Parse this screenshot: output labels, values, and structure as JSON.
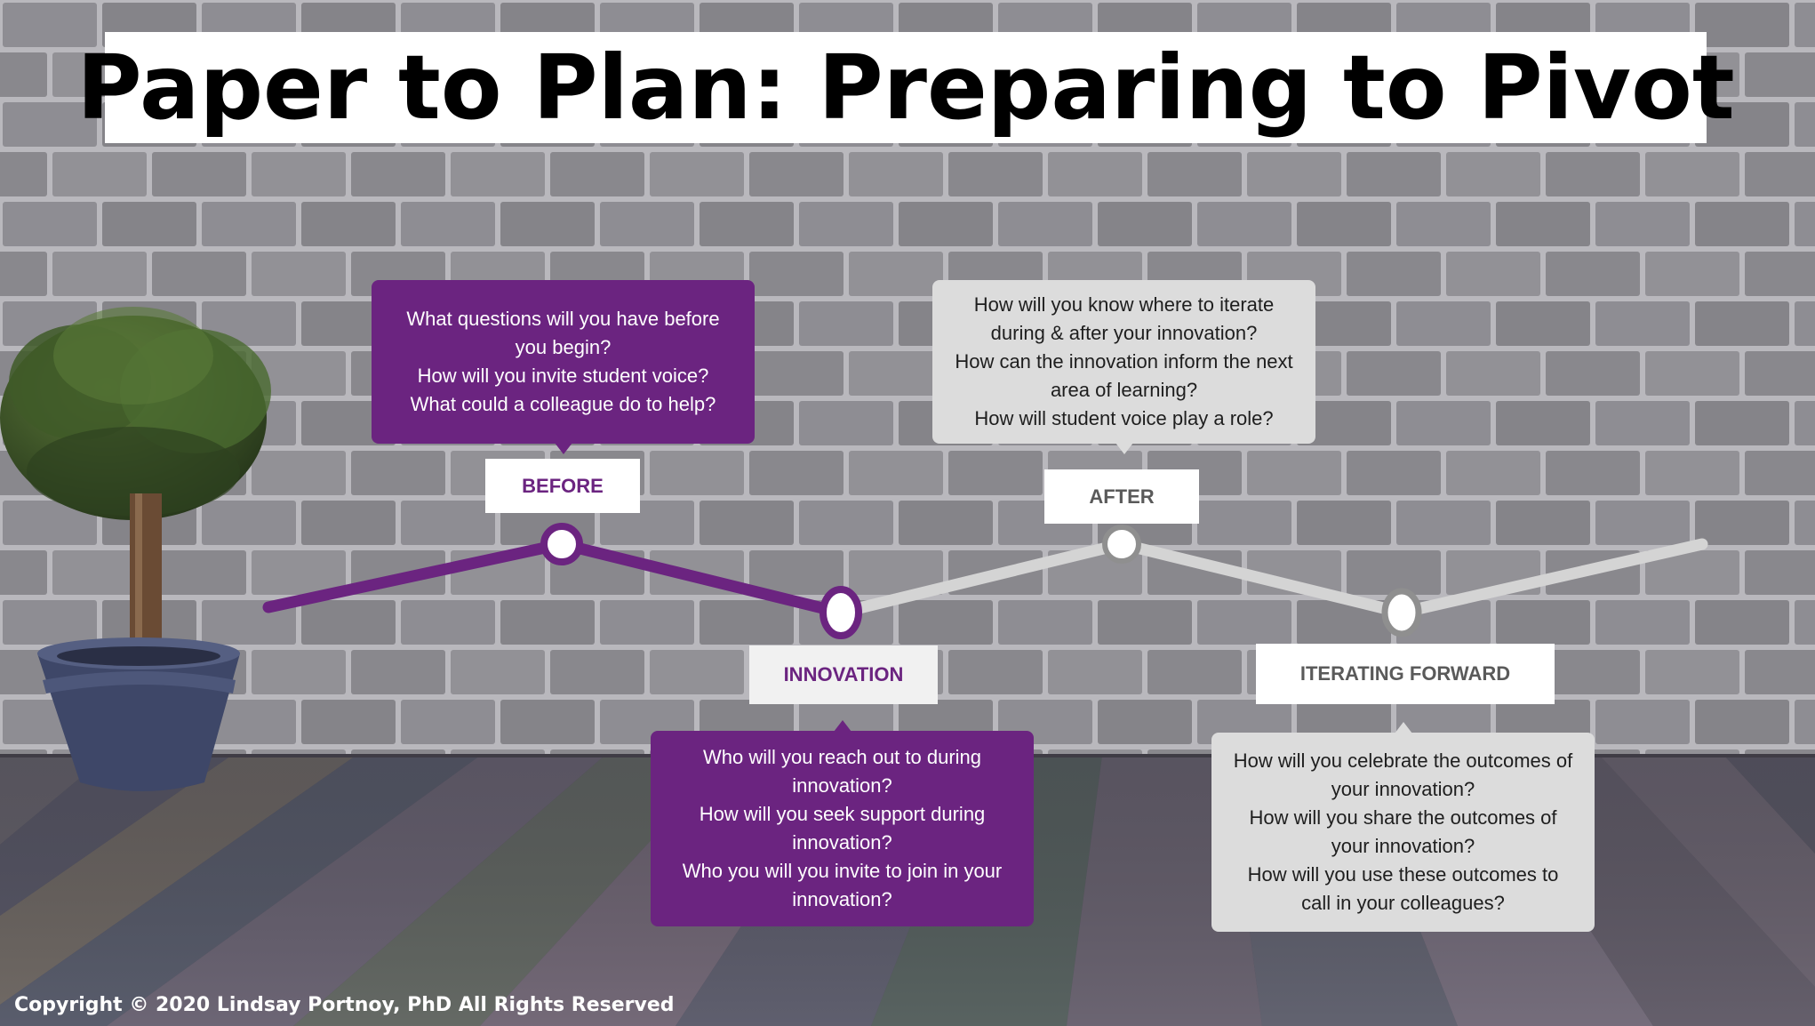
{
  "title": "Paper to Plan: Preparing to Pivot",
  "stages": [
    {
      "label": "BEFORE",
      "questions": [
        "What questions will you have before you begin?",
        "How will you invite student voice?",
        "What could a colleague do to help?"
      ]
    },
    {
      "label": "INNOVATION",
      "questions": [
        "Who will you reach out to during innovation?",
        "How will you seek support during innovation?",
        "Who you will you invite to join in your innovation?"
      ]
    },
    {
      "label": "AFTER",
      "questions": [
        "How will you know where to iterate during & after your innovation?",
        "How can the innovation inform the next area of learning?",
        "How will student voice play a role?"
      ]
    },
    {
      "label": "ITERATING FORWARD",
      "questions": [
        "How will you celebrate the outcomes of your innovation?",
        "How will you share the outcomes of your innovation?",
        "How will you use these outcomes to call in your colleagues?"
      ]
    }
  ],
  "copyright": "Copyright © 2020 Lindsay Portnoy, PhD All Rights Reserved",
  "colors": {
    "purple": "#6b2480",
    "grey_line": "#d4d4d4",
    "grey_node": "#8f8f8f",
    "brick": "#8c8b90",
    "mortar": "#bdbdc1"
  }
}
